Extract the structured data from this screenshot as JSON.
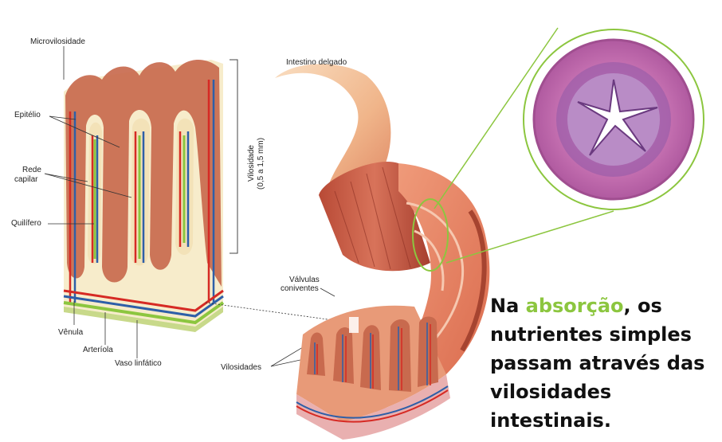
{
  "labels": {
    "microvilosidade": "Microvilosidade",
    "epitelio": "Epitélio",
    "rede_line1": "Rede",
    "rede_line2": "capilar",
    "quilifero": "Quilífero",
    "venula": "Vênula",
    "arteriola": "Arteríola",
    "vaso_linfatico": "Vaso linfático",
    "vilosidade_line1": "Vilosidade",
    "vilosidade_line2": "(0,5 a 1,5 mm)",
    "intestino": "Intestino delgado",
    "valvulas_line1": "Válvulas",
    "valvulas_line2": "coniventes",
    "vilosidades": "Vilosidades"
  },
  "caption": {
    "p1": "Na ",
    "highlight": "absorção",
    "p2": ", os nutrientes simples passam através das vilosidades intestinais."
  },
  "colors": {
    "highlight": "#8cc63f",
    "tissue": "#c86a4e",
    "vein": "#2e5fa8",
    "artery": "#d62a24",
    "lymph": "#8cc63f",
    "histology": "#c46fb0"
  }
}
